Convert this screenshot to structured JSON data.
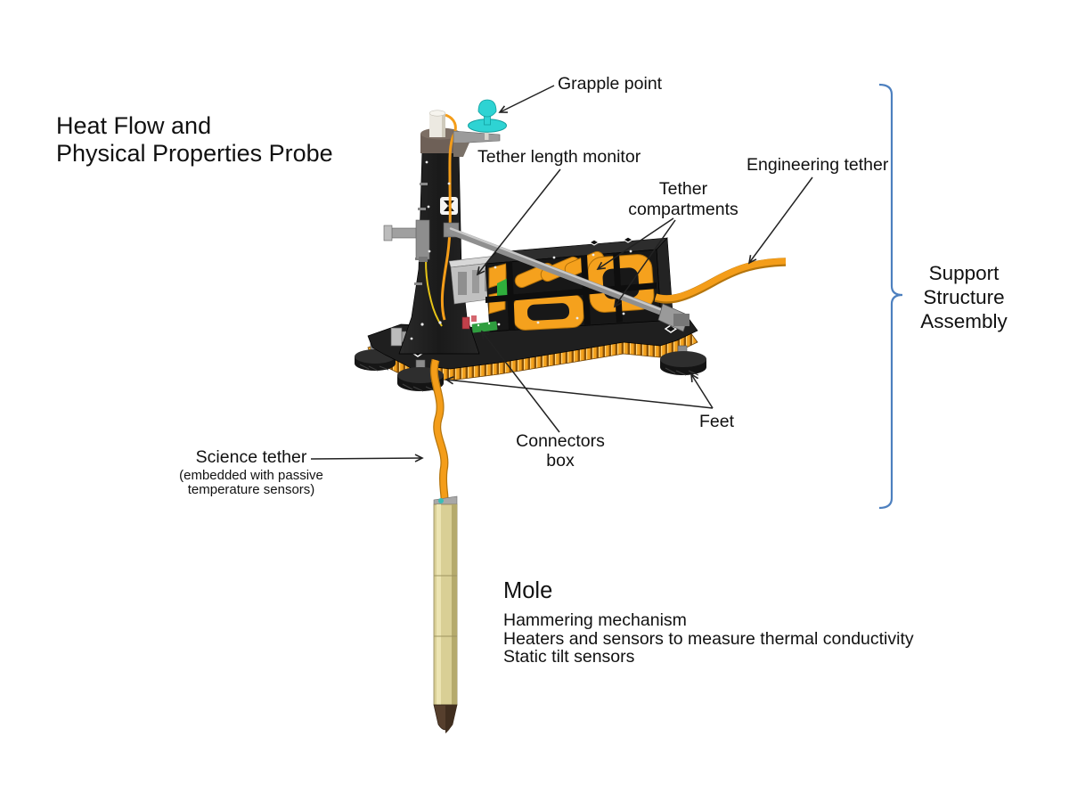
{
  "title": "Heat Flow and\nPhysical Properties Probe",
  "annotations": {
    "grapple_point": "Grapple point",
    "tether_length_monitor": "Tether length monitor",
    "tether_compartments": "Tether\ncompartments",
    "engineering_tether": "Engineering tether",
    "support_structure_assembly": "Support\nStructure\nAssembly",
    "feet": "Feet",
    "connectors_box": "Connectors\nbox",
    "science_tether": "Science tether",
    "science_tether_note": "(embedded with passive\ntemperature sensors)",
    "mole_title": "Mole",
    "mole_features": "Hammering mechanism\nHeaters and sensors to measure thermal conductivity\nStatic tilt sensors"
  },
  "colors": {
    "background": "#ffffff",
    "text": "#111111",
    "arrow": "#222222",
    "brace_blue": "#4d80bf",
    "tether_orange": "#f49d19",
    "grapple_cyan": "#2ed3d3",
    "structure_dark": "#1c1c1c",
    "metal_gray": "#9a9a9a",
    "mole_tan": "#d9cf95"
  }
}
